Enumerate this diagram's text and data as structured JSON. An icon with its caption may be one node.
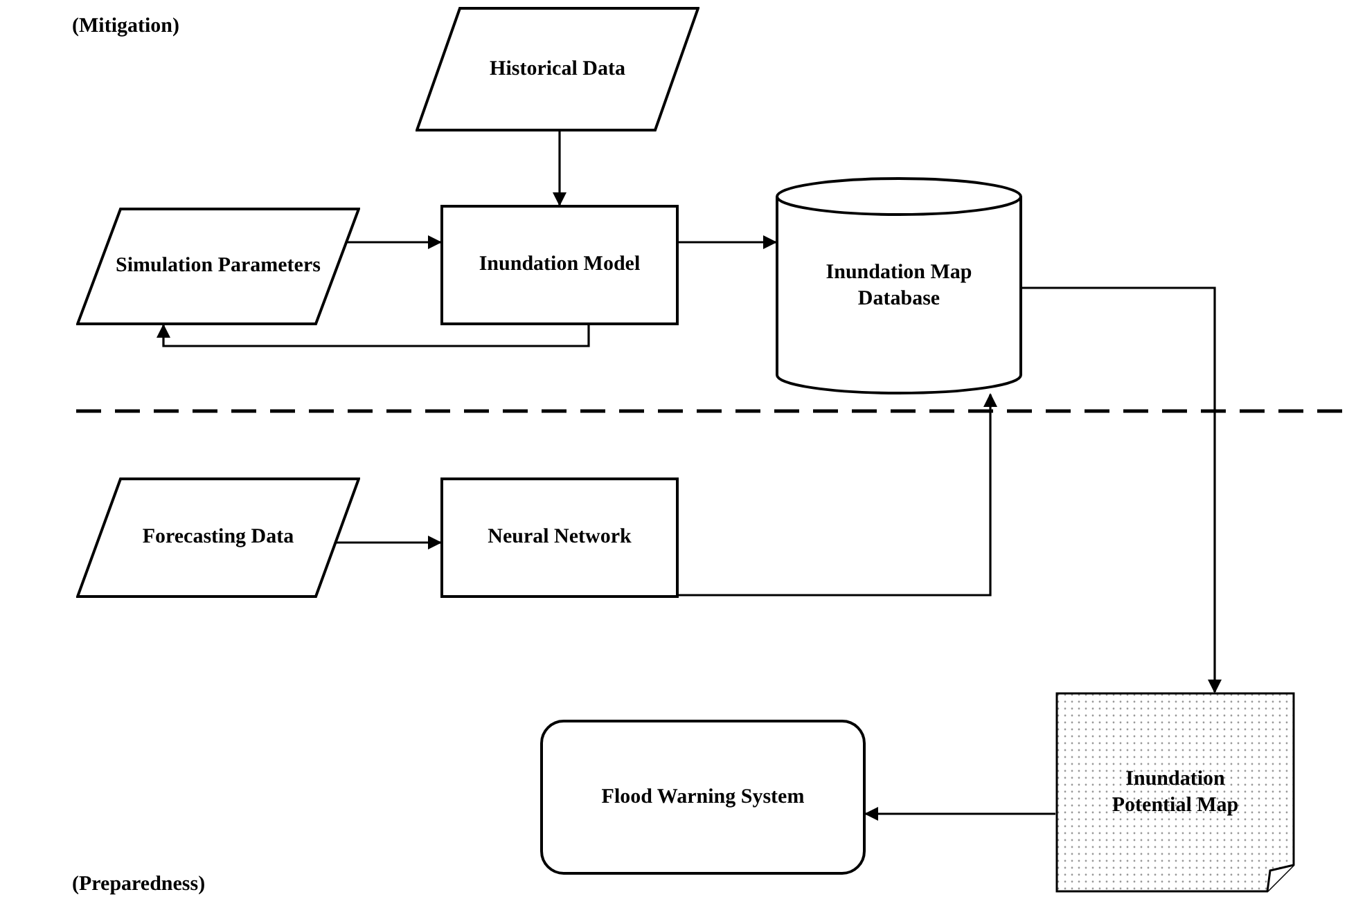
{
  "diagram": {
    "nodes": [
      {
        "text": [
          "Historical Data"
        ]
      },
      {
        "text": [
          "Simulation Parameters"
        ]
      },
      {
        "text": [
          "Inundation Model"
        ]
      },
      {
        "text": [
          "Inundation Map Database"
        ]
      },
      {
        "text": [
          "Forecasting Data"
        ]
      },
      {
        "text": [
          "Neural Network"
        ]
      },
      {
        "text": [
          "Flood Warning System"
        ]
      },
      {
        "text": [
          "Inundation Potential Map"
        ]
      }
    ],
    "edges": [
      {
        "from": 0,
        "to": 2,
        "arrow": "to"
      },
      {
        "from": 1,
        "to": 2,
        "arrow": "to"
      },
      {
        "from": 2,
        "to": 1,
        "arrow": "to"
      },
      {
        "from": 2,
        "to": 3,
        "arrow": "to"
      },
      {
        "from": 4,
        "to": 5,
        "arrow": "to"
      },
      {
        "from": 5,
        "to": 3,
        "arrow": "to"
      },
      {
        "from": 3,
        "to": 7,
        "arrow": "to"
      },
      {
        "from": 7,
        "to": 6,
        "arrow": "to"
      }
    ],
    "labels": [
      "(Mitigation)",
      "(Preparedness)"
    ]
  }
}
